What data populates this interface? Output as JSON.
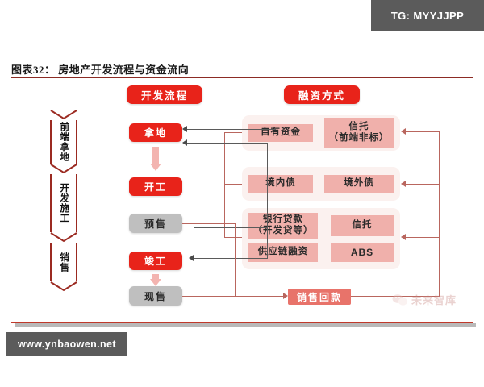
{
  "watermarks": {
    "tg_banner": "TG: MYYJJPP",
    "site_banner": "www.ynbaowen.net",
    "zhiku_text": "未来智库",
    "zhiku_icon": "wechat-icon"
  },
  "figure": {
    "title": "图表32：  房地产开发流程与资金流向"
  },
  "stages": [
    {
      "label": "前端拿地"
    },
    {
      "label": "开发施工"
    },
    {
      "label": "销售"
    }
  ],
  "process": {
    "header": "开发流程",
    "steps": [
      {
        "label": "拿地",
        "style": "red"
      },
      {
        "label": "开工",
        "style": "red"
      },
      {
        "label": "预售",
        "style": "gray"
      },
      {
        "label": "竣工",
        "style": "red"
      },
      {
        "label": "现售",
        "style": "gray"
      }
    ]
  },
  "financing": {
    "header": "融资方式",
    "groups": [
      {
        "items": [
          {
            "label": "自有资金"
          },
          {
            "label": "信托\n（前端非标）"
          }
        ]
      },
      {
        "items": [
          {
            "label": "境内债"
          },
          {
            "label": "境外债"
          }
        ]
      },
      {
        "items": [
          {
            "label": "银行贷款\n（开发贷等）"
          },
          {
            "label": "信托"
          },
          {
            "label": "供应链融资"
          },
          {
            "label": "ABS"
          }
        ]
      }
    ]
  },
  "sales_return": {
    "label": "销售回款"
  },
  "colors": {
    "red": "#e8231a",
    "gray": "#bfbfbf",
    "salmon": "#f0b0ab",
    "group_bg": "#fbf1ef",
    "line": "#b9665e",
    "rule": "#8c2b24",
    "sales_return": "#e8736a"
  }
}
